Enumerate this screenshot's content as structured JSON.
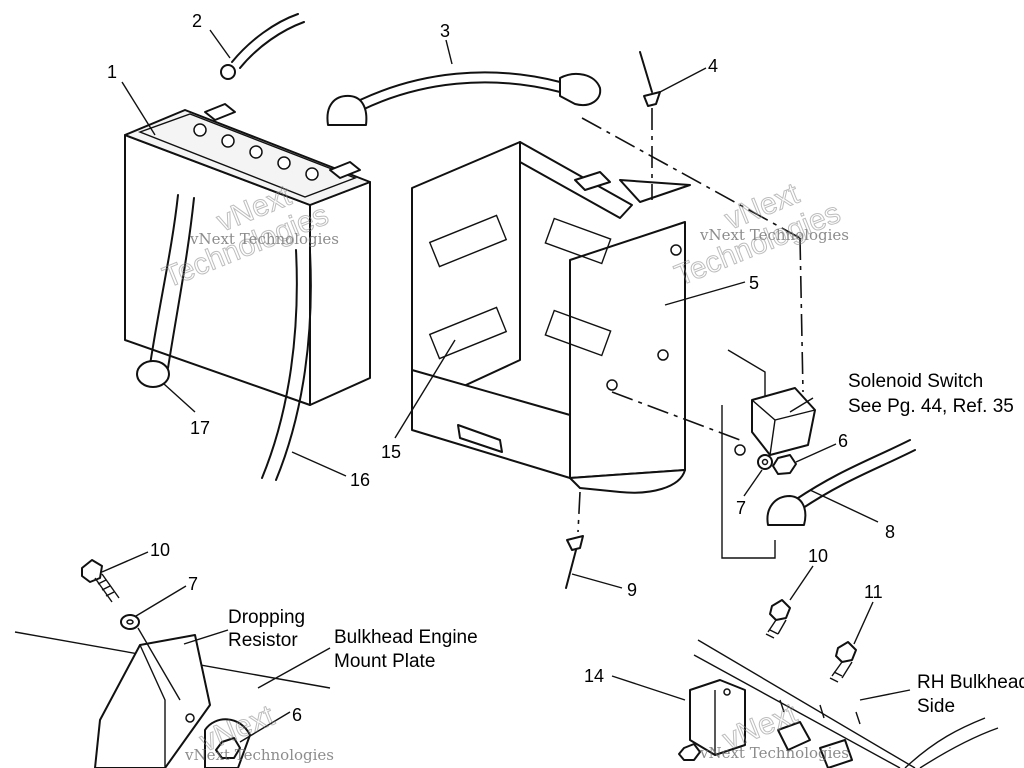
{
  "callouts": {
    "n1": "1",
    "n2": "2",
    "n3": "3",
    "n4": "4",
    "n5": "5",
    "n6a": "6",
    "n6b": "6",
    "n7a": "7",
    "n7b": "7",
    "n8": "8",
    "n9": "9",
    "n10a": "10",
    "n10b": "10",
    "n11": "11",
    "n14": "14",
    "n15": "15",
    "n16": "16",
    "n17": "17"
  },
  "labels": {
    "solenoid_line1": "Solenoid Switch",
    "solenoid_line2": "See Pg. 44, Ref. 35",
    "dropping_line1": "Dropping",
    "dropping_line2": "Resistor",
    "bulkhead_line1": "Bulkhead Engine",
    "bulkhead_line2": "Mount Plate",
    "rh_line1": "RH Bulkhead",
    "rh_line2": "Side"
  },
  "watermark": {
    "brand": "vNext Technologies",
    "outline_a": "vNext",
    "outline_b": "Technologies"
  }
}
